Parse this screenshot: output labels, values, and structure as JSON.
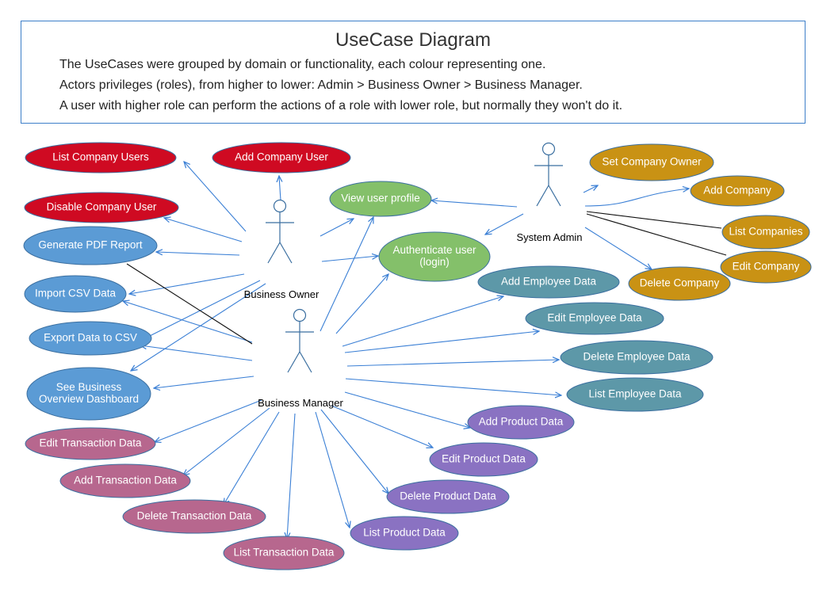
{
  "header": {
    "title": "UseCase Diagram",
    "lines": [
      "The UseCases were grouped by domain or functionality, each colour representing one.",
      "Actors privileges (roles), from higher to lower: Admin > Business Owner > Business Manager.",
      "A user with higher role can perform the actions of a role with lower role, but normally they won't do it."
    ]
  },
  "colors": {
    "users": "#cf0a22",
    "reports": "#5b9bd5",
    "common": "#84c06a",
    "admin": "#c99214",
    "employee": "#5d98a8",
    "product": "#8a72c2",
    "transaction": "#b7678e",
    "arrow": "#3a7fd5",
    "line_black": "#111111",
    "frame": "#3d7fc9"
  },
  "actors": [
    {
      "id": "business-owner",
      "label": "Business Owner"
    },
    {
      "id": "business-manager",
      "label": "Business Manager"
    },
    {
      "id": "system-admin",
      "label": "System Admin"
    }
  ],
  "usecases": [
    {
      "id": "list-company-users",
      "label": "List Company Users",
      "group": "users"
    },
    {
      "id": "add-company-user",
      "label": "Add Company User",
      "group": "users"
    },
    {
      "id": "disable-company-user",
      "label": "Disable Company User",
      "group": "users"
    },
    {
      "id": "generate-pdf-report",
      "label": "Generate PDF Report",
      "group": "reports"
    },
    {
      "id": "import-csv-data",
      "label": "Import CSV Data",
      "group": "reports"
    },
    {
      "id": "export-data-to-csv",
      "label": "Export Data to CSV",
      "group": "reports"
    },
    {
      "id": "see-business-overview",
      "label": [
        "See Business",
        "Overview Dashboard"
      ],
      "group": "reports"
    },
    {
      "id": "view-user-profile",
      "label": "View user profile",
      "group": "common"
    },
    {
      "id": "authenticate-user",
      "label": [
        "Authenticate user",
        "(login)"
      ],
      "group": "common"
    },
    {
      "id": "set-company-owner",
      "label": "Set Company Owner",
      "group": "admin"
    },
    {
      "id": "add-company",
      "label": "Add Company",
      "group": "admin"
    },
    {
      "id": "list-companies",
      "label": "List Companies",
      "group": "admin"
    },
    {
      "id": "edit-company",
      "label": "Edit Company",
      "group": "admin"
    },
    {
      "id": "delete-company",
      "label": "Delete Company",
      "group": "admin"
    },
    {
      "id": "add-employee-data",
      "label": "Add Employee Data",
      "group": "employee"
    },
    {
      "id": "edit-employee-data",
      "label": "Edit Employee Data",
      "group": "employee"
    },
    {
      "id": "delete-employee-data",
      "label": "Delete Employee Data",
      "group": "employee"
    },
    {
      "id": "list-employee-data",
      "label": "List Employee Data",
      "group": "employee"
    },
    {
      "id": "add-product-data",
      "label": "Add Product Data",
      "group": "product"
    },
    {
      "id": "edit-product-data",
      "label": "Edit  Product Data",
      "group": "product"
    },
    {
      "id": "delete-product-data",
      "label": "Delete  Product Data",
      "group": "product"
    },
    {
      "id": "list-product-data",
      "label": "List  Product Data",
      "group": "product"
    },
    {
      "id": "edit-transaction-data",
      "label": "Edit Transaction Data",
      "group": "transaction"
    },
    {
      "id": "add-transaction-data",
      "label": "Add Transaction Data",
      "group": "transaction"
    },
    {
      "id": "delete-transaction-data",
      "label": "Delete Transaction Data",
      "group": "transaction"
    },
    {
      "id": "list-transaction-data",
      "label": "List Transaction Data",
      "group": "transaction"
    }
  ]
}
